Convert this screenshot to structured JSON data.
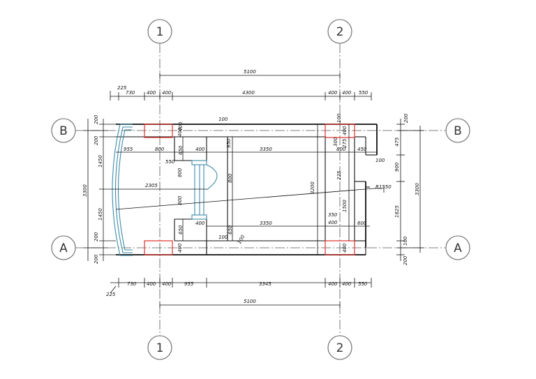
{
  "grid": {
    "columns": [
      "1",
      "2"
    ],
    "rows": [
      "B",
      "A"
    ]
  },
  "dims": {
    "top_overall": "5100",
    "top_chain": [
      "225",
      "730",
      "400",
      "400",
      "4300",
      "400",
      "400",
      "550"
    ],
    "bottom_overall": "5100",
    "bottom_chain": [
      "225",
      "730",
      "400",
      "400",
      "955",
      "3345",
      "400",
      "400",
      "550"
    ],
    "left_overall": "3300",
    "left_chain": [
      "200",
      "200",
      "1450",
      "1450",
      "200",
      "200"
    ],
    "right_overall": "3300",
    "right_chain": [
      "200",
      "475",
      "900",
      "1825",
      "100",
      "200"
    ],
    "interior": {
      "d100_top": "100",
      "d955": "955",
      "d800_a": "800",
      "d400_a": "400",
      "d950": "950",
      "d3350_top": "3350",
      "d800_b": "800",
      "d450": "450",
      "d100_r": "100",
      "d550": "550",
      "d650_a": "650",
      "d400_b": "400",
      "d2305": "2305",
      "d800_v1": "800",
      "d800_v2": "800",
      "d800_v3": "800",
      "d3200": "3200",
      "d300": "300",
      "d275": "275",
      "d100_v": "100",
      "d225": "225",
      "d1500": "1500",
      "d350": "350",
      "d400_c": "400",
      "d3350_bot": "3350",
      "d400_d": "400",
      "d600": "600",
      "d650_b": "650",
      "d650_c": "650",
      "d100_bot": "100",
      "d100_bot2": "100",
      "d400_col": "400",
      "d400_col2": "400",
      "d400_col3": "400",
      "d400_col4": "400",
      "radius": "R1550"
    }
  }
}
